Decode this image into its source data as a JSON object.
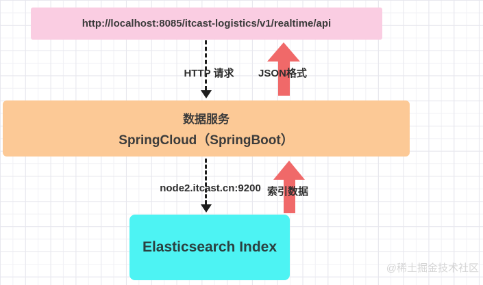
{
  "boxes": {
    "api": {
      "label": "http://localhost:8085/itcast-logistics/v1/realtime/api"
    },
    "service": {
      "title": "数据服务",
      "subtitle": "SpringCloud（SpringBoot）"
    },
    "es": {
      "label": "Elasticsearch Index"
    }
  },
  "edges": {
    "http_request": {
      "label": "HTTP 请求",
      "direction": "down",
      "style": "dashed-black"
    },
    "json_format": {
      "label": "JSON格式",
      "direction": "up",
      "style": "solid-red"
    },
    "es_endpoint": {
      "label": "node2.itcast.cn:9200",
      "direction": "down",
      "style": "dashed-black"
    },
    "index_data": {
      "label": "索引数据",
      "direction": "up",
      "style": "solid-red"
    }
  },
  "watermark": {
    "text": "@稀土掘金技术社区"
  },
  "colors": {
    "api_box_bg": "#facde2",
    "service_box_bg": "#fcc996",
    "es_box_bg": "#4df3f3",
    "up_arrow_red": "#f06969",
    "dashed_arrow": "#1d1d1d",
    "label_text": "#2d2d2d",
    "watermark": "#d5d5d5"
  }
}
